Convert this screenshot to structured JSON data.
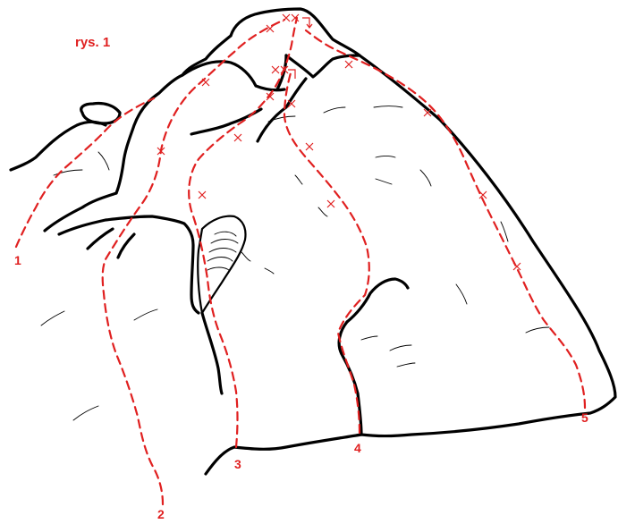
{
  "figure": {
    "title": "rys. 1",
    "accent_color": "#e02020",
    "line_color": "#000000"
  },
  "routes": [
    {
      "id": "route-1",
      "label": "1"
    },
    {
      "id": "route-2",
      "label": "2"
    },
    {
      "id": "route-3",
      "label": "3"
    },
    {
      "id": "route-4",
      "label": "4"
    },
    {
      "id": "route-5",
      "label": "5"
    }
  ],
  "markers": {
    "bolt_symbol": "x",
    "anchor_symbol": "belay-anchor"
  }
}
